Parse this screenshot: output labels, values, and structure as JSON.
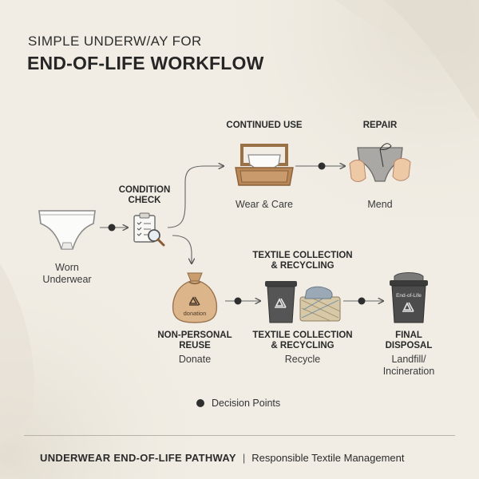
{
  "title": {
    "line1": "SIMPLE UNDERW/AY FOR",
    "line2": "END-OF-LIFE WORKFLOW"
  },
  "nodes": {
    "worn": {
      "sub": "Worn\nUnderwear"
    },
    "condition": {
      "label": "CONDITION\nCHECK"
    },
    "continued": {
      "label": "CONTINUED USE",
      "sub": "Wear & Care"
    },
    "repair": {
      "label": "REPAIR",
      "sub": "Mend"
    },
    "reuse": {
      "label": "NON-PERSONAL\nREUSE",
      "sub": "Donate",
      "bag_text": "donation"
    },
    "textile": {
      "label_top": "TEXTILE COLLECTION\n& RECYCLING",
      "label": "TEXTILE COLLECTION\n& RECYCLING",
      "sub": "Recycle"
    },
    "final": {
      "label": "FINAL\nDISPOSAL",
      "sub": "Landfill/\nIncineration",
      "bin_text": "End-of-Life"
    }
  },
  "legend": {
    "label": "Decision Points"
  },
  "footer": {
    "main": "UNDERWEAR END-OF-LIFE PATHWAY",
    "separator": "|",
    "tagline": "Responsible Textile Management"
  },
  "colors": {
    "background": "#f1ede4",
    "text": "#2b2b2b",
    "dot": "#2f2f2f",
    "bin": "#4a4a4a",
    "bag": "#d9b58a",
    "tray": "#a67c52"
  }
}
